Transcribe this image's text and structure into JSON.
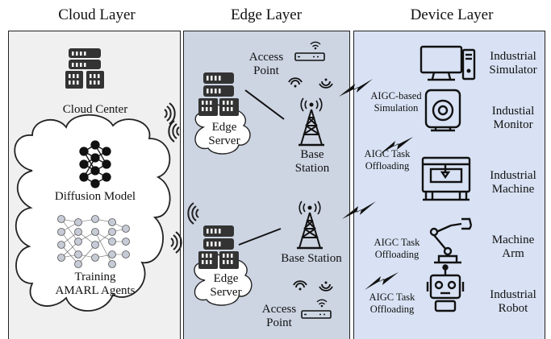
{
  "layers": {
    "cloud": "Cloud Layer",
    "edge": "Edge Layer",
    "device": "Device Layer"
  },
  "cloud": {
    "center": "Cloud Center",
    "diffusion": "Diffusion Model",
    "training_line1": "Training",
    "training_line2": "AMARL Agents"
  },
  "edge": {
    "ap_top_line1": "Access",
    "ap_top_line2": "Point",
    "server_top_line1": "Edge",
    "server_top_line2": "Server",
    "bs_top_line1": "Base",
    "bs_top_line2": "Station",
    "bs_bottom": "Base Station",
    "server_bottom_line1": "Edge",
    "server_bottom_line2": "Server",
    "ap_bottom_line1": "Access",
    "ap_bottom_line2": "Point"
  },
  "links": {
    "sim_line1": "AIGC-based",
    "sim_line2": "Simulation",
    "off1_line1": "AIGC Task",
    "off1_line2": "Offloading",
    "off2_line1": "AIGC Task",
    "off2_line2": "Offloading",
    "off3_line1": "AIGC Task",
    "off3_line2": "Offloading"
  },
  "devices": {
    "sim_line1": "Industrial",
    "sim_line2": "Simulator",
    "mon_line1": "Industial",
    "mon_line2": "Monitor",
    "mach_line1": "Industrial",
    "mach_line2": "Machine",
    "arm_line1": "Machine",
    "arm_line2": "Arm",
    "robot_line1": "Industrial",
    "robot_line2": "Robot"
  },
  "colors": {
    "cloud_bg": "#f0f0f0",
    "edge_bg": "#cdd5e3",
    "device_bg": "#d8e2f4"
  }
}
